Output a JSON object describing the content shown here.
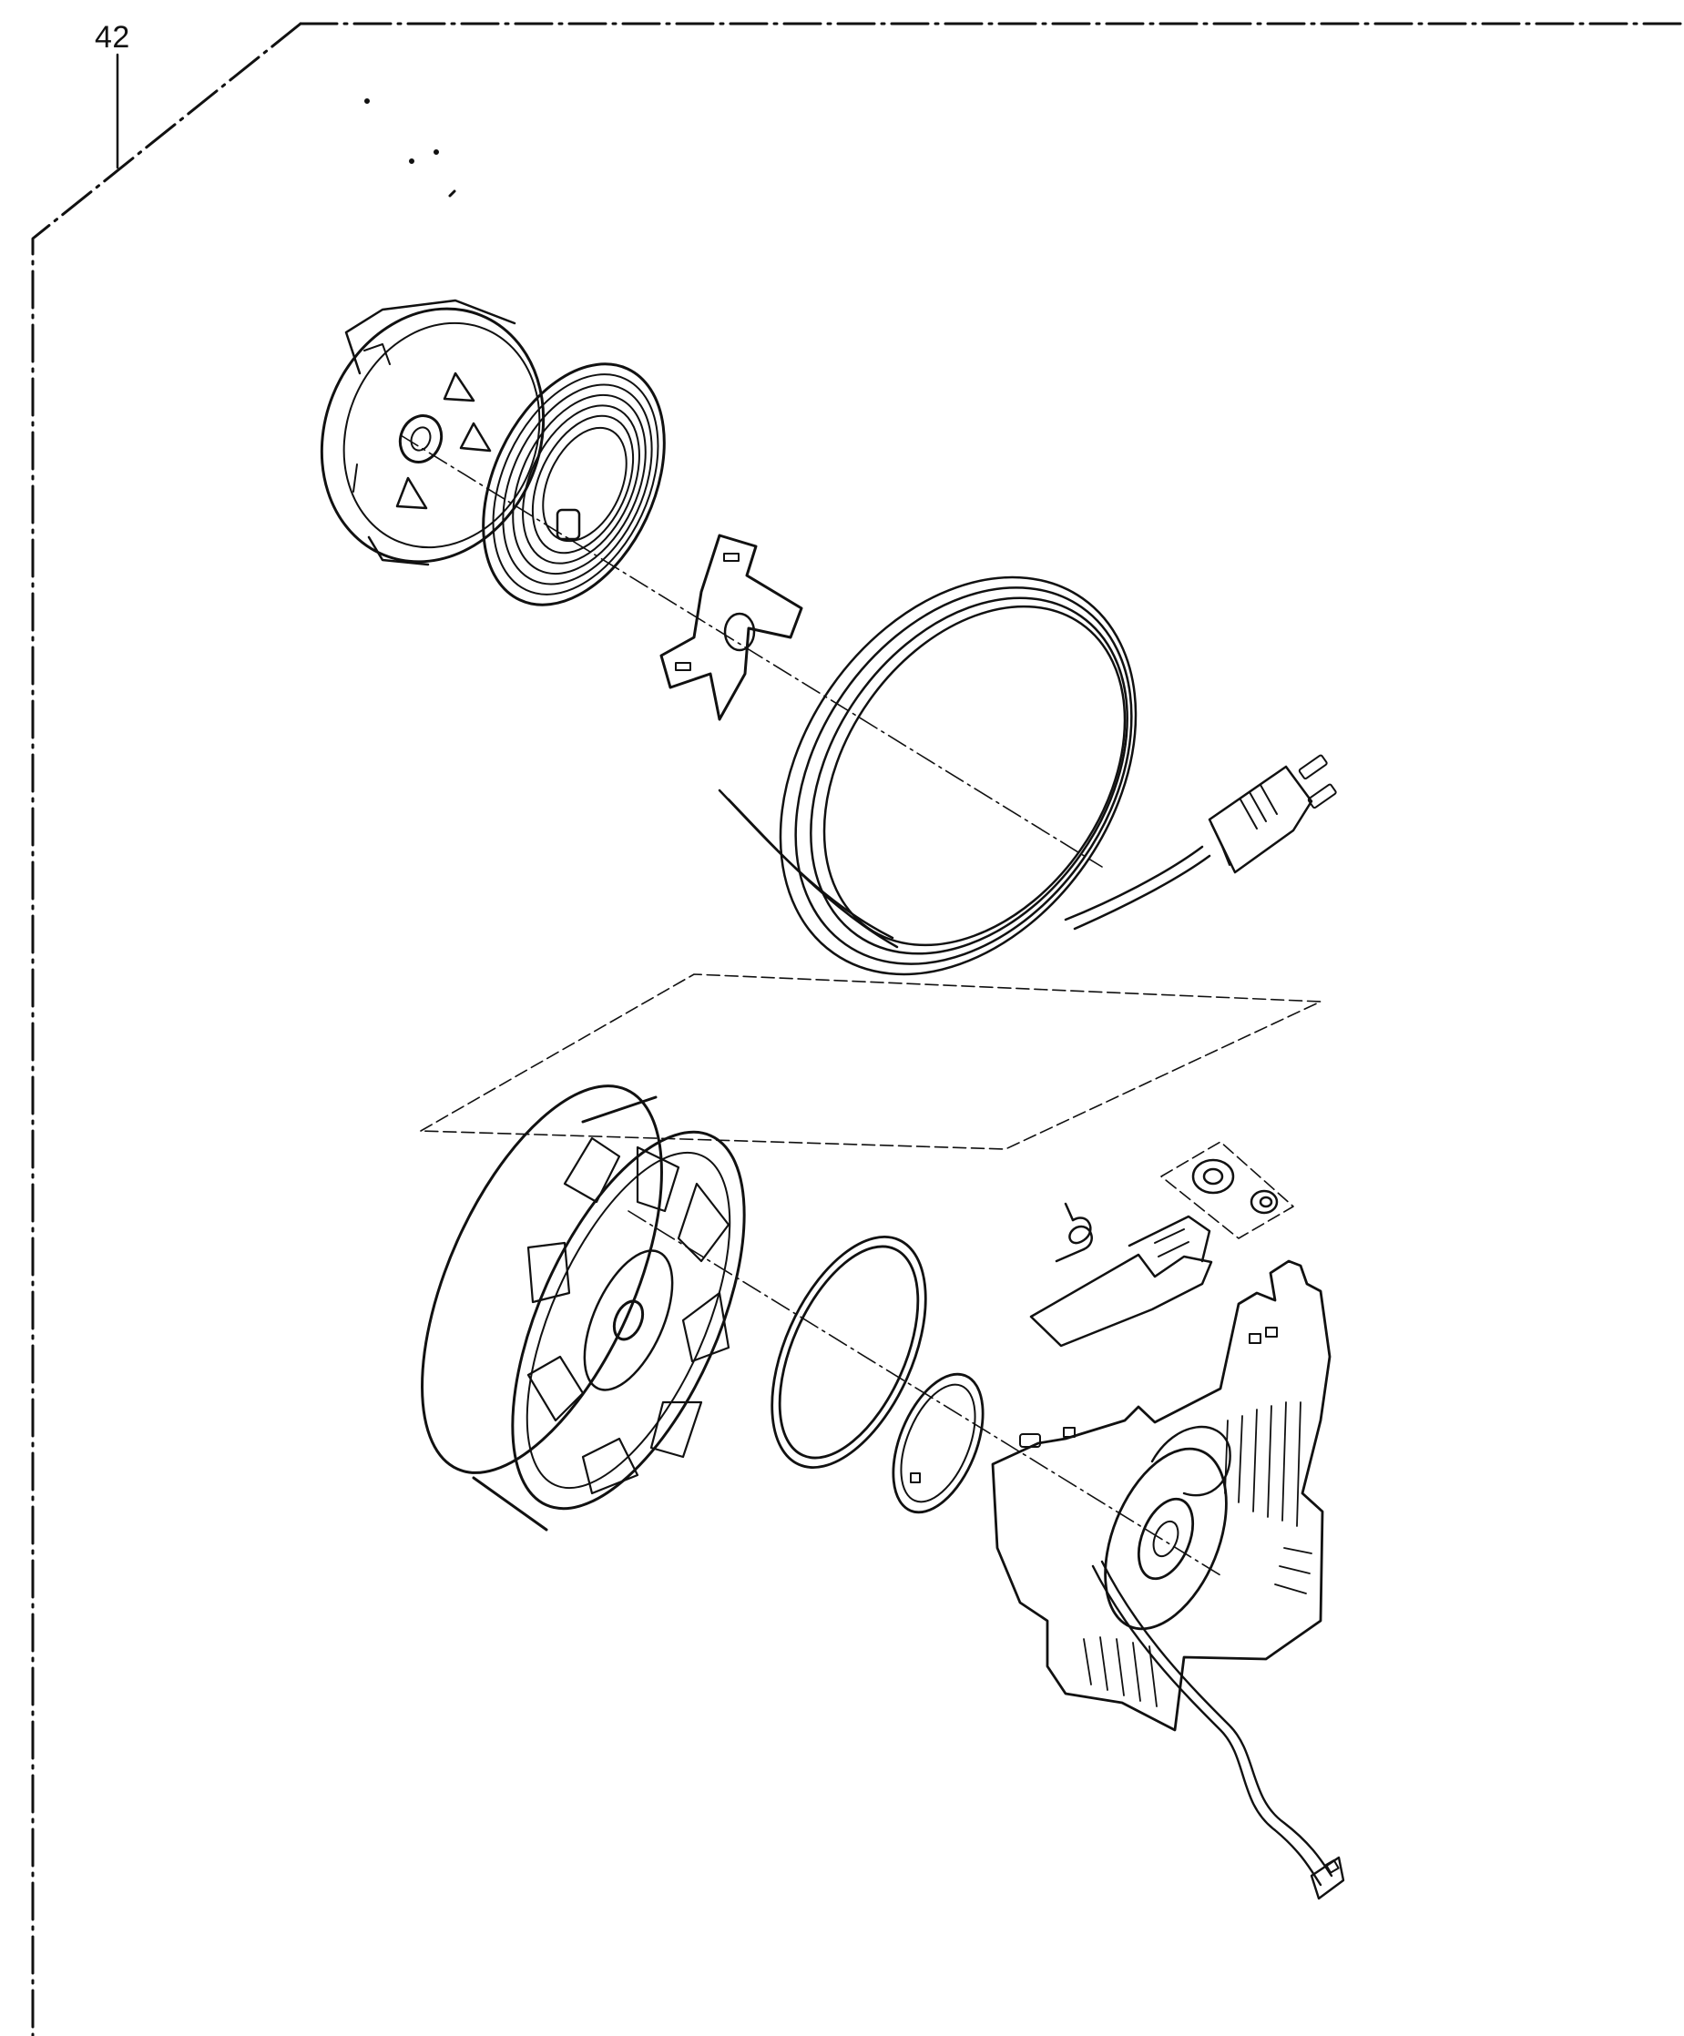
{
  "page": {
    "callout_number": "42"
  },
  "colors": {
    "ink": "#111111",
    "paper": "#ffffff"
  },
  "parts": [
    {
      "name": "spring-cover"
    },
    {
      "name": "spiral-spring"
    },
    {
      "name": "spring-plate"
    },
    {
      "name": "power-cord-with-plug"
    },
    {
      "name": "cord-reel"
    },
    {
      "name": "brake-ring"
    },
    {
      "name": "retaining-ring"
    },
    {
      "name": "torsion-spring"
    },
    {
      "name": "brake-lever"
    },
    {
      "name": "roller-and-washer"
    },
    {
      "name": "reel-housing-with-lead-wires"
    }
  ]
}
